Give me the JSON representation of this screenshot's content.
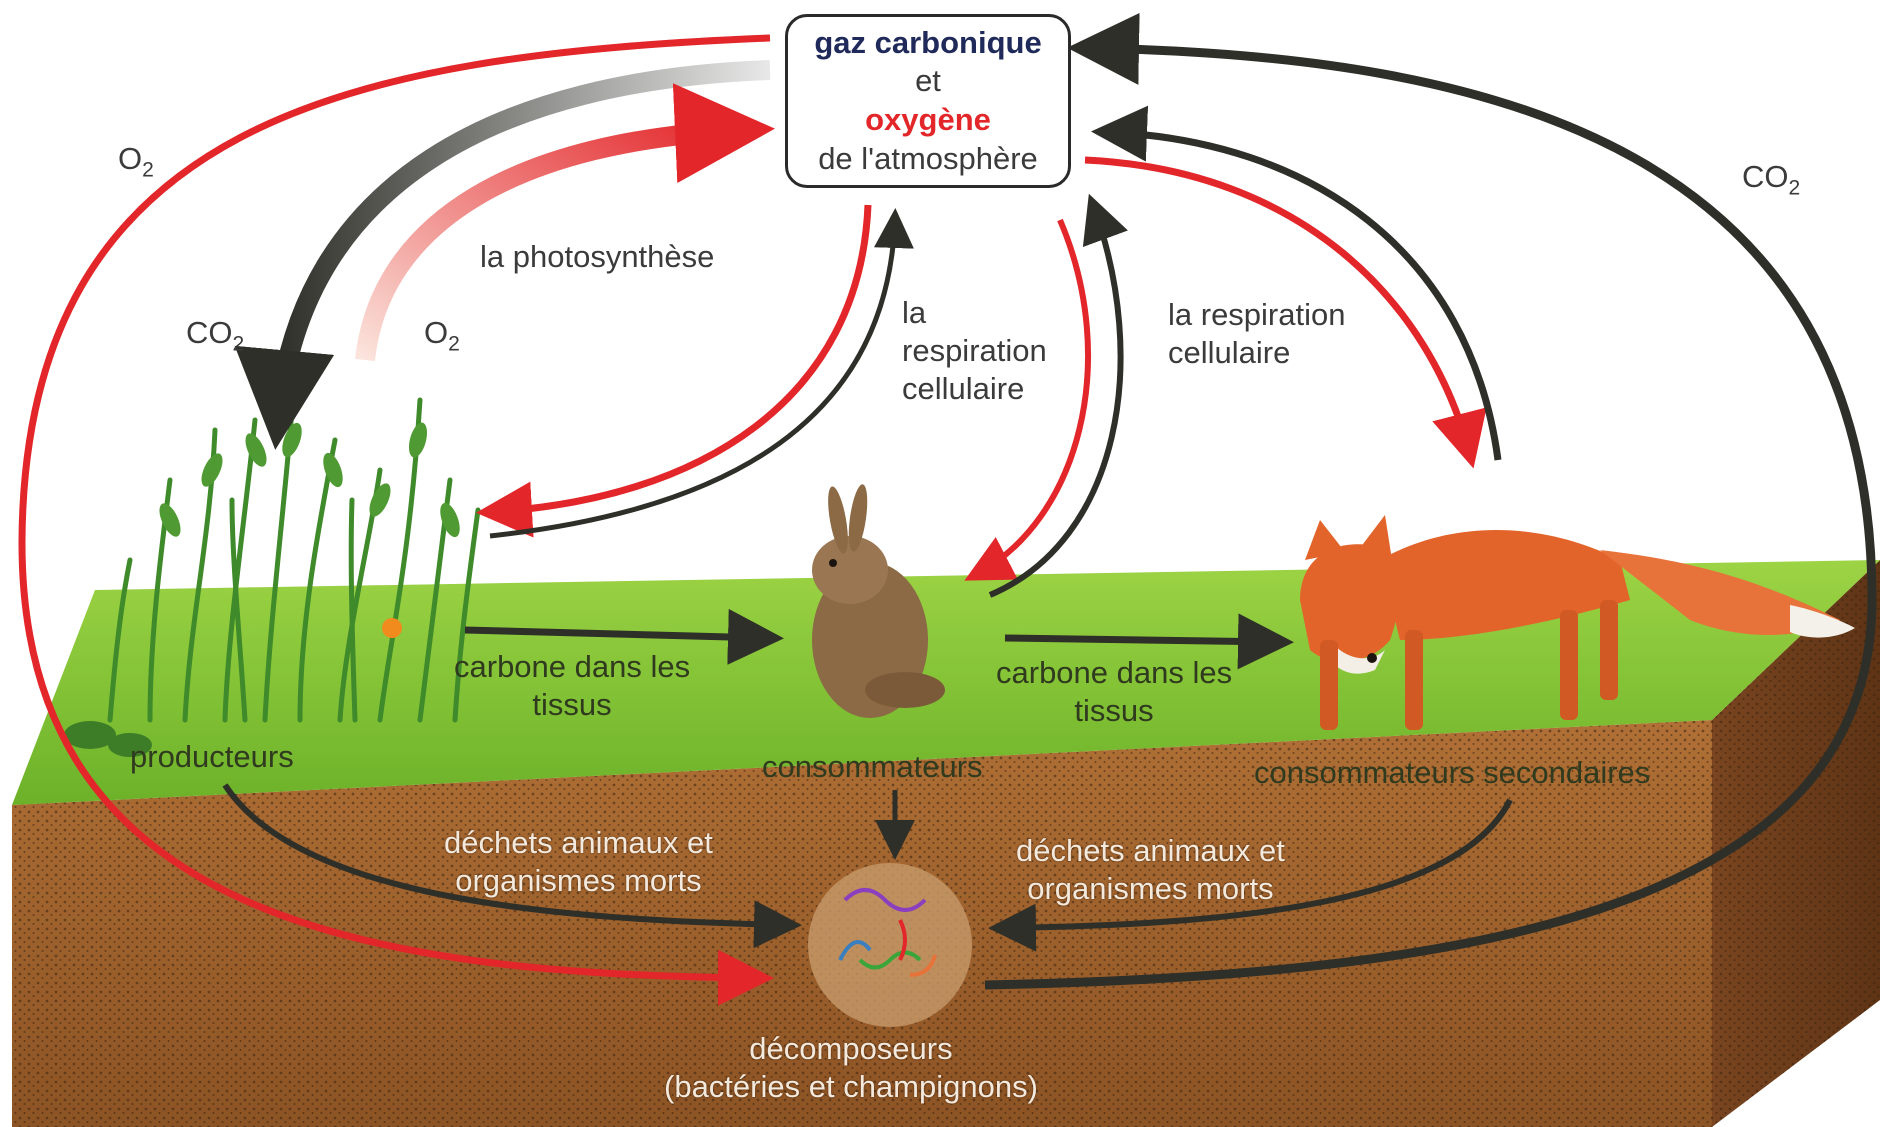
{
  "atmosphere": {
    "line1": "gaz carbonique",
    "line2": "et",
    "line3": "oxygène",
    "line4": "de l'atmosphère"
  },
  "gases": {
    "o2_left": "O",
    "co2_right": "CO",
    "co2_plants": "CO",
    "o2_plants": "O",
    "subscript": "2"
  },
  "processes": {
    "photosynthesis": "la photosynthèse",
    "respiration_1": [
      "la",
      "respiration",
      "cellulaire"
    ],
    "respiration_2": [
      "la respiration",
      "cellulaire"
    ]
  },
  "levels": {
    "producers": "producteurs",
    "consumers": "consommateurs",
    "secondary_consumers": "consommateurs secondaires"
  },
  "flows": {
    "carbon_1": [
      "carbone dans les",
      "tissus"
    ],
    "carbon_2": [
      "carbone dans les",
      "tissus"
    ],
    "waste_1": [
      "déchets animaux et",
      "organismes morts"
    ],
    "waste_2": [
      "déchets animaux et",
      "organismes morts"
    ]
  },
  "decomposers": [
    "décomposeurs",
    "(bactéries et champignons)"
  ],
  "colors": {
    "carbon_dioxide_arrow": "#2e2f28",
    "oxygen_arrow": "#e3262a",
    "grass": "#8fcf3a",
    "soil": "#a0642e"
  }
}
